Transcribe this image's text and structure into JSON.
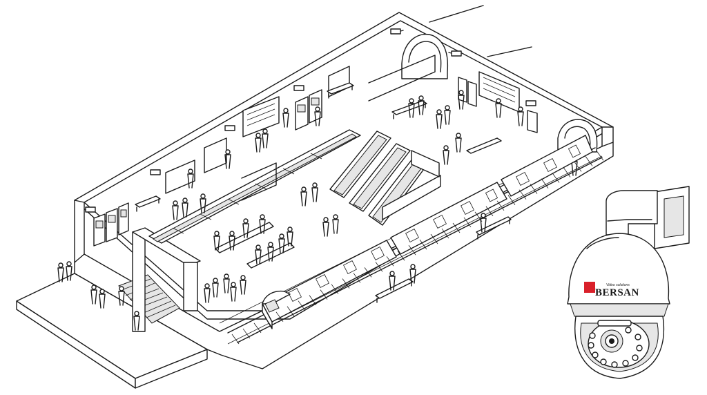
{
  "brand": {
    "logo_text": "BERSAN",
    "tagline": "Video solutions",
    "accent_color": "#d9202a"
  },
  "illustration": {
    "style": "isometric line drawing",
    "line_color": "#1a1a1a",
    "background": "#ffffff",
    "icons": [
      "security-camera-icon",
      "dome-ptz-camera-icon",
      "train-icon",
      "escalator-icon",
      "bench-icon",
      "ticket-machine-icon",
      "info-board-icon"
    ]
  }
}
